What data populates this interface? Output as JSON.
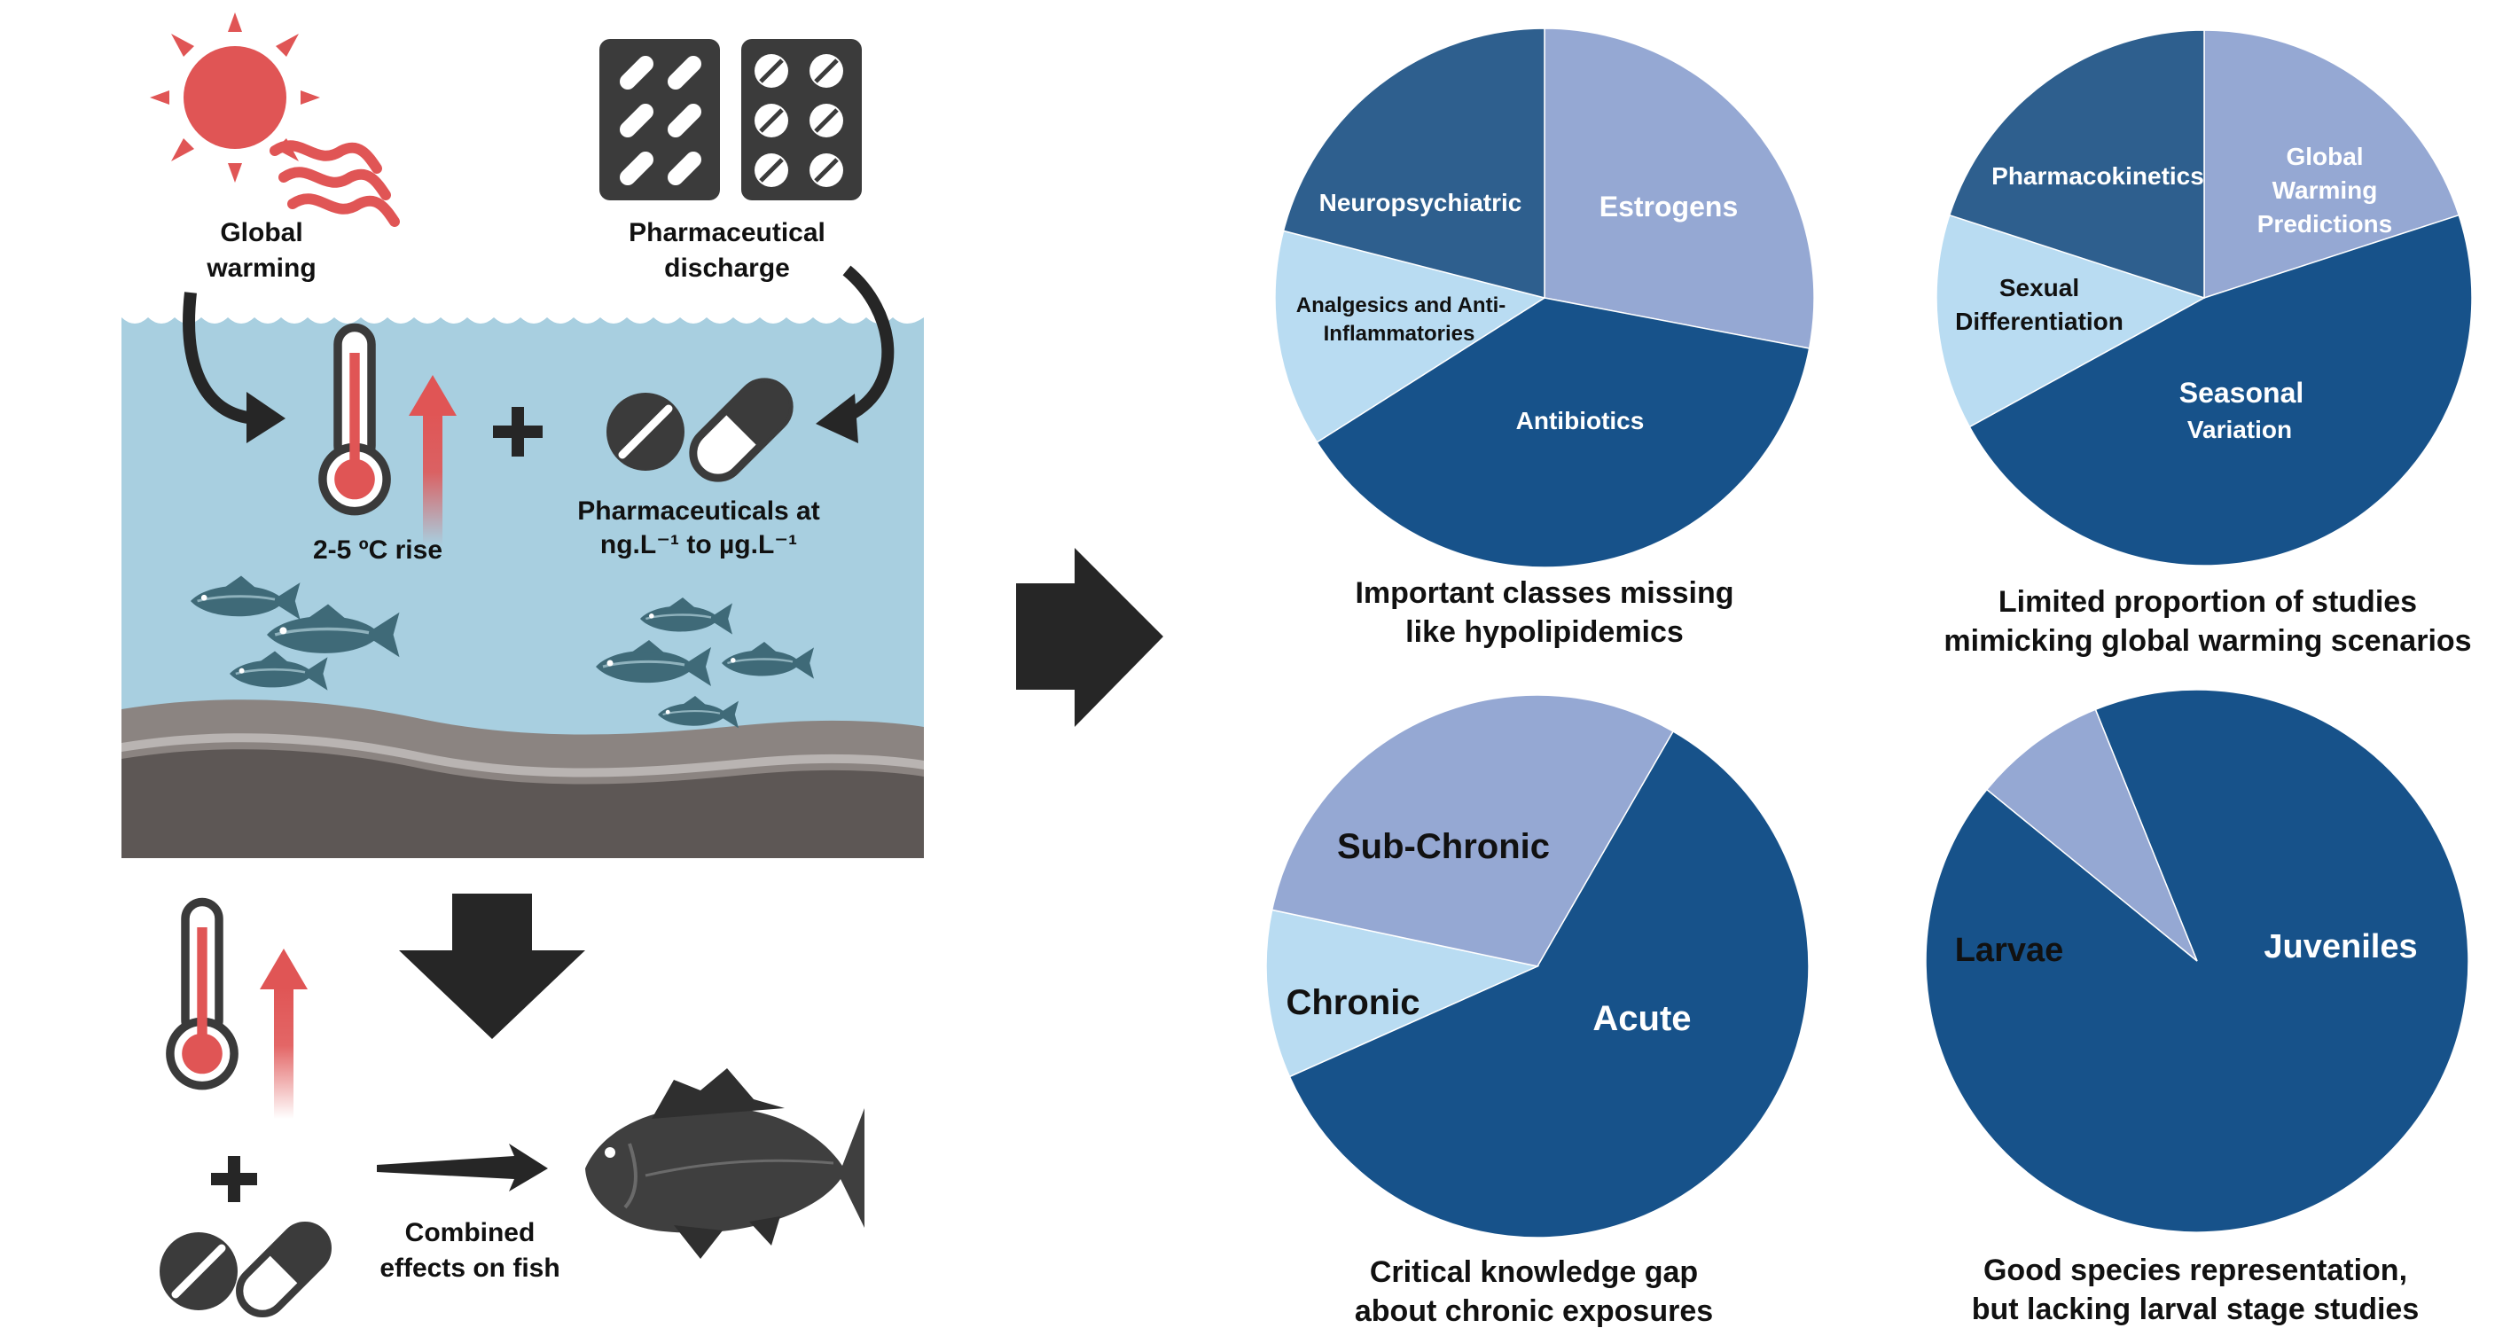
{
  "left": {
    "sun_label_line1": "Global",
    "sun_label_line2": "warming",
    "pharma_label_line1": "Pharmaceutical",
    "pharma_label_line2": "discharge",
    "temp_label": "2-5 ºC rise",
    "conc_label_line1": "Pharmaceuticals at",
    "conc_label_line2": "ng.L⁻¹ to µg.L⁻¹",
    "combined_line1": "Combined",
    "combined_line2": "effects on fish"
  },
  "colors": {
    "water": "#a8cfe0",
    "sediment_dark": "#5d5755",
    "sediment_light": "#8b8481",
    "sun": "#e05555",
    "arrow": "#262626",
    "pie_dark": "#17528a",
    "pie_mid": "#2e5f8e",
    "pie_lavender": "#95a8d3",
    "pie_light": "#b9dcf2"
  },
  "chart_data": [
    {
      "type": "pie",
      "labels": [
        "Estrogens",
        "Antibiotics",
        "Analgesics and Anti-Inflammatories",
        "Neuropsychiatric"
      ],
      "values": [
        28,
        38,
        13,
        21
      ],
      "colors": [
        "#95a8d3",
        "#17528a",
        "#b9dcf2",
        "#2e5f8e"
      ],
      "caption_line1": "Important classes missing",
      "caption_line2": "like hypolipidemics"
    },
    {
      "type": "pie",
      "labels": [
        "Global Warming Predictions",
        "Seasonal Variation",
        "Sexual Differentiation",
        "Pharmacokinetics"
      ],
      "values": [
        20,
        47,
        13,
        20
      ],
      "colors": [
        "#95a8d3",
        "#17528a",
        "#b9dcf2",
        "#2e5f8e"
      ],
      "caption_line1": "Limited proportion of studies",
      "caption_line2": "mimicking global warming scenarios"
    },
    {
      "type": "pie",
      "labels": [
        "Acute",
        "Chronic",
        "Sub-Chronic"
      ],
      "values": [
        60,
        10,
        30
      ],
      "colors": [
        "#17528a",
        "#b9dcf2",
        "#95a8d3"
      ],
      "caption_line1": "Critical knowledge gap",
      "caption_line2": "about chronic exposures"
    },
    {
      "type": "pie",
      "labels": [
        "Juveniles",
        "Larvae"
      ],
      "values": [
        92,
        8
      ],
      "colors": [
        "#17528a",
        "#95a8d3"
      ],
      "caption_line1": "Good species representation,",
      "caption_line2": "but lacking larval stage studies"
    }
  ]
}
